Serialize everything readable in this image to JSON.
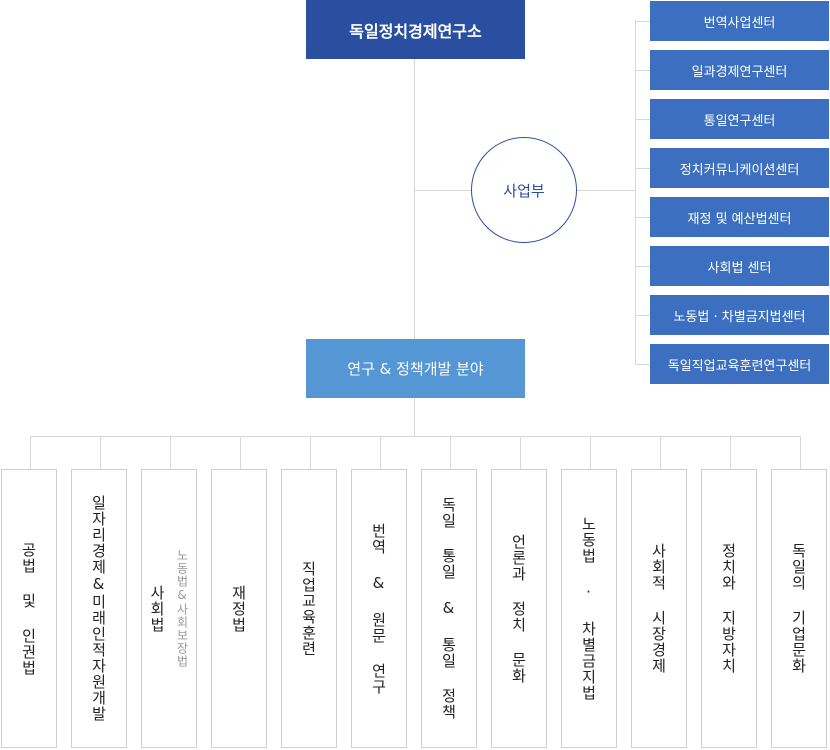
{
  "top": {
    "title": "독일정치경제연구소"
  },
  "business": {
    "label": "사업부",
    "centers": [
      "번역사업센터",
      "일과경제연구센터",
      "통일연구센터",
      "정치커뮤니케이션센터",
      "재정 및 예산법센터",
      "사회법 센터",
      "노동법 · 차별금지법센터",
      "독일직업교육훈련연구센터"
    ]
  },
  "research": {
    "label": "연구 & 정책개발 분야",
    "fields": [
      {
        "name": "공법 및 인권법",
        "sub": ""
      },
      {
        "name": "일자리경제&미래인적자원개발",
        "sub": ""
      },
      {
        "name": "사회법",
        "sub": "노동법&사회보장법"
      },
      {
        "name": "재정법",
        "sub": ""
      },
      {
        "name": "직업교육훈련",
        "sub": ""
      },
      {
        "name": "번역 & 원문 연구",
        "sub": ""
      },
      {
        "name": "독일 통일 & 통일 정책",
        "sub": ""
      },
      {
        "name": "언론과 정치 문화",
        "sub": ""
      },
      {
        "name": "노동법 · 차별금지법",
        "sub": ""
      },
      {
        "name": "사회적 시장경제",
        "sub": ""
      },
      {
        "name": "정치와 지방자치",
        "sub": ""
      },
      {
        "name": "독일의 기업문화",
        "sub": ""
      }
    ]
  },
  "colors": {
    "primary": "#2b4fa0",
    "center": "#3d6fc0",
    "research": "#5596d4",
    "line": "#d8d8d8"
  }
}
